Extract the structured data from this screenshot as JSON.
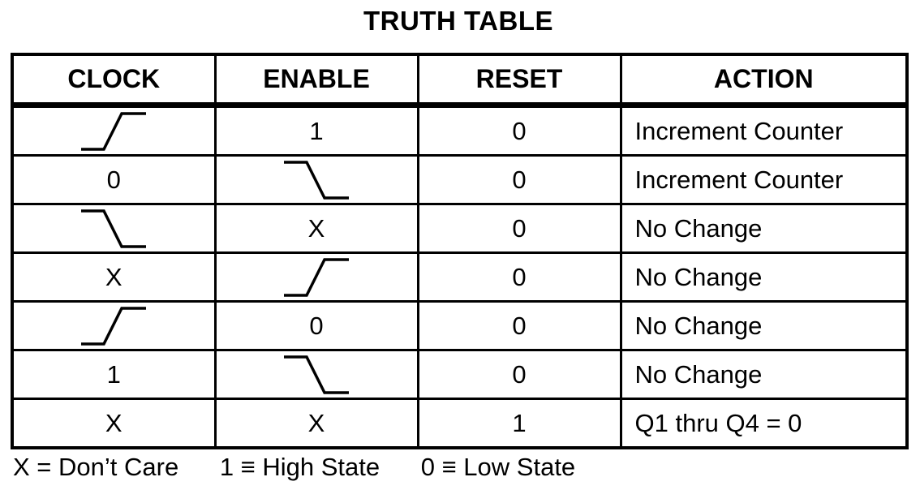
{
  "title": "TRUTH TABLE",
  "columns": [
    "CLOCK",
    "ENABLE",
    "RESET",
    "ACTION"
  ],
  "rows": [
    {
      "clock": {
        "type": "rising-edge-icon",
        "text": ""
      },
      "enable": {
        "type": "text",
        "text": "1"
      },
      "reset": "0",
      "action": "Increment Counter"
    },
    {
      "clock": {
        "type": "text",
        "text": "0"
      },
      "enable": {
        "type": "falling-edge-icon",
        "text": ""
      },
      "reset": "0",
      "action": "Increment Counter"
    },
    {
      "clock": {
        "type": "falling-edge-icon",
        "text": ""
      },
      "enable": {
        "type": "text",
        "text": "X"
      },
      "reset": "0",
      "action": "No Change"
    },
    {
      "clock": {
        "type": "text",
        "text": "X"
      },
      "enable": {
        "type": "rising-edge-icon",
        "text": ""
      },
      "reset": "0",
      "action": "No Change"
    },
    {
      "clock": {
        "type": "rising-edge-icon",
        "text": ""
      },
      "enable": {
        "type": "text",
        "text": "0"
      },
      "reset": "0",
      "action": "No Change"
    },
    {
      "clock": {
        "type": "text",
        "text": "1"
      },
      "enable": {
        "type": "falling-edge-icon",
        "text": ""
      },
      "reset": "0",
      "action": "No Change"
    },
    {
      "clock": {
        "type": "text",
        "text": "X"
      },
      "enable": {
        "type": "text",
        "text": "X"
      },
      "reset": "1",
      "action": "Q1 thru Q4 = 0"
    }
  ],
  "legend": [
    "X = Don’t Care",
    "1 ≡ High State",
    "0 ≡ Low State"
  ]
}
